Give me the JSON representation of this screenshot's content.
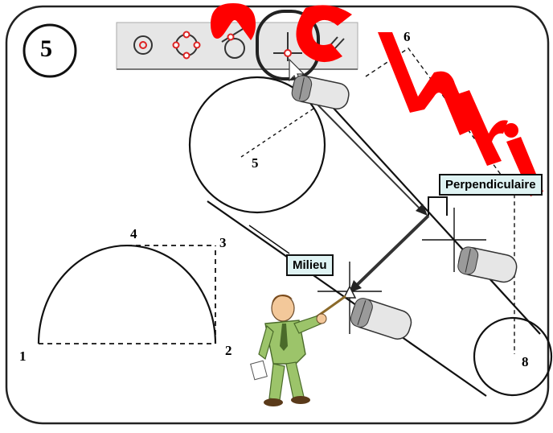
{
  "step": {
    "number": "5"
  },
  "points": {
    "p1": "1",
    "p2": "2",
    "p3": "3",
    "p4": "4",
    "p5": "5",
    "p6": "6",
    "p8": "8"
  },
  "snap_labels": {
    "midpoint": "Milieu",
    "perpendicular": "Perpendiculaire"
  },
  "toolbar": {
    "icons": [
      "center-snap-icon",
      "quadrant-snap-icon",
      "tangent-snap-icon",
      "perpendicular-snap-icon",
      "nearest-snap-icon"
    ]
  },
  "watermark": {
    "text": "Chri",
    "color": "#ff0000"
  }
}
